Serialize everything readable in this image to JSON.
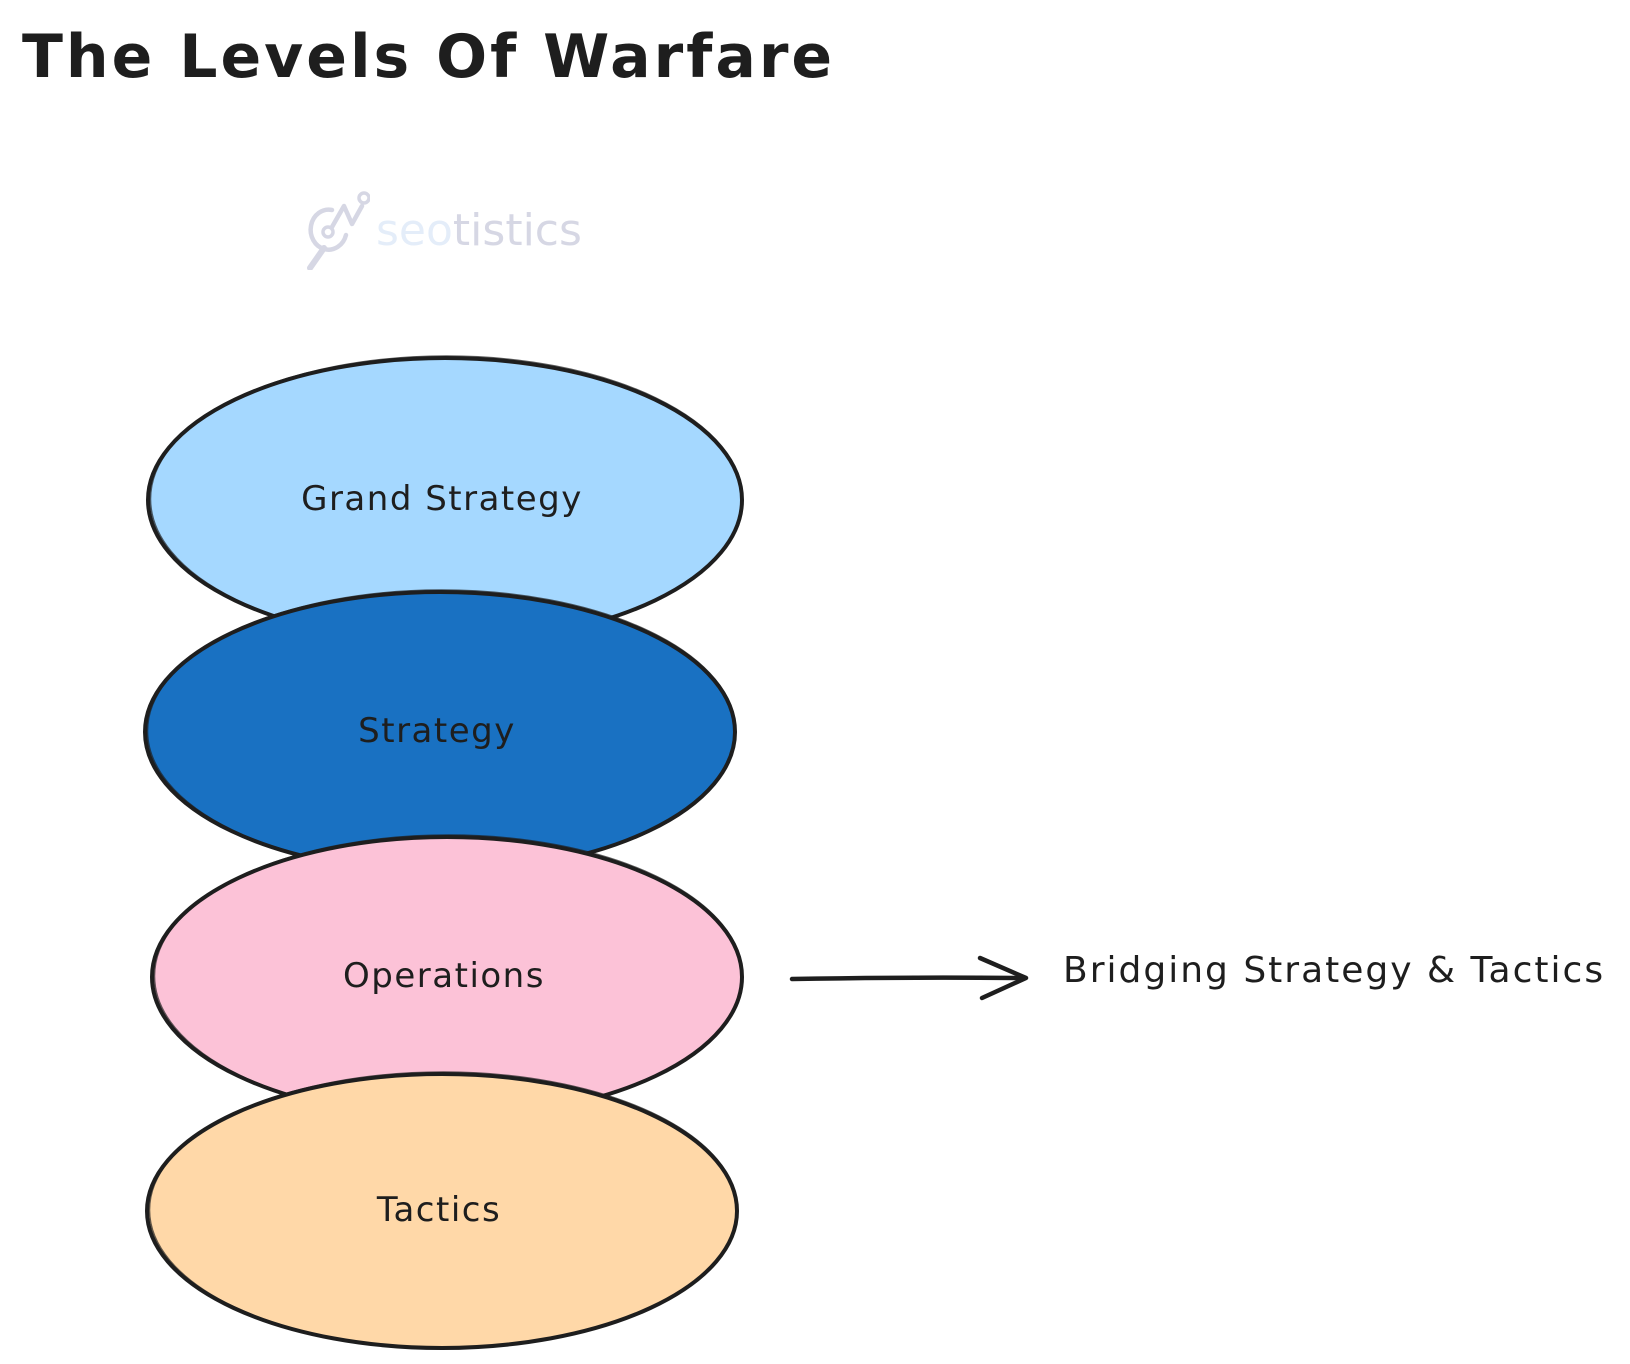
{
  "title": "The Levels Of Warfare",
  "watermark": {
    "icon": "magnifier-chart-icon",
    "text_part1": "seo",
    "text_part2": "tistics"
  },
  "levels": [
    {
      "label": "Grand Strategy",
      "fill": "#a5d8ff",
      "stroke": "#1e1e1e"
    },
    {
      "label": "Strategy",
      "fill": "#1971c2",
      "stroke": "#1e1e1e"
    },
    {
      "label": "Operations",
      "fill": "#fcc2d7",
      "stroke": "#1e1e1e"
    },
    {
      "label": "Tactics",
      "fill": "#ffd8a8",
      "stroke": "#1e1e1e"
    }
  ],
  "annotation": {
    "points_to": "Operations",
    "label": "Bridging Strategy & Tactics",
    "arrow_icon": "arrow-right-icon"
  }
}
